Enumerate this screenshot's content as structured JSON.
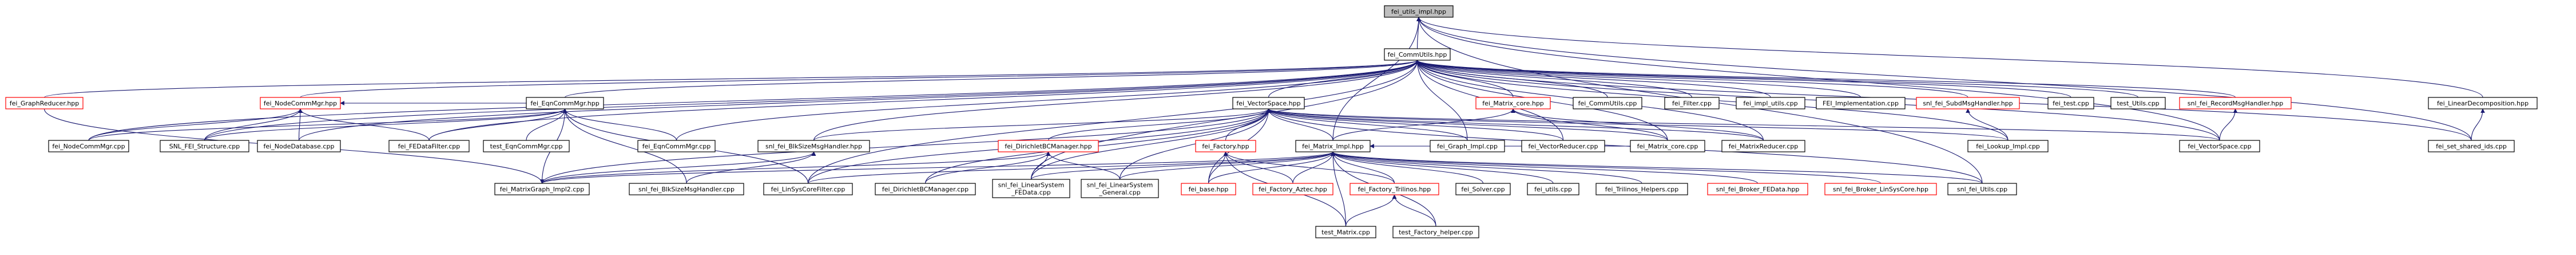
{
  "graph": {
    "root": "fei_utils_impl.hpp",
    "nodes": [
      {
        "id": "fei_utils_impl_hpp",
        "label": "fei_utils_impl.hpp",
        "root": true
      },
      {
        "id": "fei_CommUtils_hpp",
        "label": "fei_CommUtils.hpp"
      },
      {
        "id": "fei_GraphReducer_hpp",
        "label": "fei_GraphReducer.hpp",
        "red": true
      },
      {
        "id": "fei_NodeCommMgr_hpp",
        "label": "fei_NodeCommMgr.hpp",
        "red": true
      },
      {
        "id": "fei_EqnCommMgr_hpp",
        "label": "fei_EqnCommMgr.hpp"
      },
      {
        "id": "fei_VectorSpace_hpp",
        "label": "fei_VectorSpace.hpp"
      },
      {
        "id": "fei_Matrix_core_hpp",
        "label": "fei_Matrix_core.hpp",
        "red": true
      },
      {
        "id": "fei_CommUtils_cpp",
        "label": "fei_CommUtils.cpp"
      },
      {
        "id": "fei_Filter_cpp",
        "label": "fei_Filter.cpp"
      },
      {
        "id": "fei_impl_utils_cpp",
        "label": "fei_impl_utils.cpp"
      },
      {
        "id": "FEI_Implementation_cpp",
        "label": "FEI_Implementation.cpp"
      },
      {
        "id": "snl_fei_SubdMsgHandler_hpp",
        "label": "snl_fei_SubdMsgHandler.hpp",
        "red": true
      },
      {
        "id": "fei_test_cpp",
        "label": "fei_test.cpp"
      },
      {
        "id": "test_Utils_cpp",
        "label": "test_Utils.cpp"
      },
      {
        "id": "snl_fei_RecordMsgHandler_hpp",
        "label": "snl_fei_RecordMsgHandler.hpp",
        "red": true
      },
      {
        "id": "fei_LinearDecomposition_hpp",
        "label": "fei_LinearDecomposition.hpp"
      },
      {
        "id": "fei_NodeCommMgr_cpp",
        "label": "fei_NodeCommMgr.cpp"
      },
      {
        "id": "SNL_FEI_Structure_cpp",
        "label": "SNL_FEI_Structure.cpp"
      },
      {
        "id": "fei_NodeDatabase_cpp",
        "label": "fei_NodeDatabase.cpp"
      },
      {
        "id": "fei_FEDataFilter_cpp",
        "label": "fei_FEDataFilter.cpp"
      },
      {
        "id": "test_EqnCommMgr_cpp",
        "label": "test_EqnCommMgr.cpp"
      },
      {
        "id": "fei_EqnCommMgr_cpp",
        "label": "fei_EqnCommMgr.cpp"
      },
      {
        "id": "snl_fei_BlkSizeMsgHandler_hpp",
        "label": "snl_fei_BlkSizeMsgHandler.hpp"
      },
      {
        "id": "fei_Matrix_core_cpp",
        "label": "fei_Matrix_core.cpp"
      },
      {
        "id": "fei_MatrixReducer_cpp",
        "label": "fei_MatrixReducer.cpp"
      },
      {
        "id": "fei_Lookup_Impl_cpp",
        "label": "fei_Lookup_Impl.cpp"
      },
      {
        "id": "fei_VectorSpace_cpp",
        "label": "fei_VectorSpace.cpp"
      },
      {
        "id": "fei_set_shared_ids_cpp",
        "label": "fei_set_shared_ids.cpp"
      },
      {
        "id": "fei_DirichletBCManager_hpp",
        "label": "fei_DirichletBCManager.hpp",
        "red": true
      },
      {
        "id": "fei_Factory_hpp",
        "label": "fei_Factory.hpp",
        "red": true
      },
      {
        "id": "fei_Matrix_Impl_hpp",
        "label": "fei_Matrix_Impl.hpp"
      },
      {
        "id": "fei_Graph_Impl_cpp",
        "label": "fei_Graph_Impl.cpp"
      },
      {
        "id": "fei_VectorReducer_cpp",
        "label": "fei_VectorReducer.cpp"
      },
      {
        "id": "fei_MatrixGraph_Impl2_cpp",
        "label": "fei_MatrixGraph_Impl2.cpp"
      },
      {
        "id": "snl_fei_BlkSizeMsgHandler_cpp",
        "label": "snl_fei_BlkSizeMsgHandler.cpp"
      },
      {
        "id": "fei_LinSysCoreFilter_cpp",
        "label": "fei_LinSysCoreFilter.cpp"
      },
      {
        "id": "fei_DirichletBCManager_cpp",
        "label": "fei_DirichletBCManager.cpp"
      },
      {
        "id": "snl_fei_LinearSystem_FEData_cpp",
        "label": [
          "snl_fei_LinearSystem",
          "_FEData.cpp"
        ]
      },
      {
        "id": "snl_fei_LinearSystem_General_cpp",
        "label": [
          "snl_fei_LinearSystem",
          "_General.cpp"
        ]
      },
      {
        "id": "fei_base_hpp",
        "label": "fei_base.hpp",
        "red": true
      },
      {
        "id": "fei_Factory_Aztec_hpp",
        "label": "fei_Factory_Aztec.hpp",
        "red": true
      },
      {
        "id": "fei_Factory_Trilinos_hpp",
        "label": "fei_Factory_Trilinos.hpp",
        "red": true
      },
      {
        "id": "fei_Solver_cpp",
        "label": "fei_Solver.cpp"
      },
      {
        "id": "fei_utils_cpp",
        "label": "fei_utils.cpp"
      },
      {
        "id": "fei_Trilinos_Helpers_cpp",
        "label": "fei_Trilinos_Helpers.cpp"
      },
      {
        "id": "snl_fei_Broker_FEData_hpp",
        "label": "snl_fei_Broker_FEData.hpp",
        "red": true
      },
      {
        "id": "snl_fei_Broker_LinSysCore_hpp",
        "label": "snl_fei_Broker_LinSysCore.hpp",
        "red": true
      },
      {
        "id": "snl_fei_Utils_cpp",
        "label": "snl_fei_Utils.cpp"
      },
      {
        "id": "test_Matrix_cpp",
        "label": "test_Matrix.cpp"
      },
      {
        "id": "test_Factory_helper_cpp",
        "label": "test_Factory_helper.cpp"
      }
    ]
  },
  "colors": {
    "edge": "#191970",
    "red_border": "#ff0000",
    "root_fill": "#bfbfbf"
  }
}
